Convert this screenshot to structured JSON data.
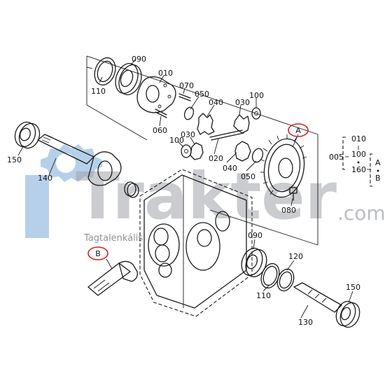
{
  "watermark": {
    "brand": "Trakter",
    "suffix": ".com",
    "tagline": "Tagtalenkális"
  },
  "callouts": {
    "a": "A",
    "b": "B"
  },
  "legend": {
    "group_code": "005",
    "items": [
      "010",
      "100",
      "160"
    ],
    "targets": [
      "A",
      "B"
    ]
  },
  "part_labels": {
    "p090_top": "090",
    "p010": "010",
    "p070": "070",
    "p110_top": "110",
    "p050_top": "050",
    "p040_top": "040",
    "p030_top": "030",
    "p100_top": "100",
    "p060": "060",
    "p100_mid": "100",
    "p030_mid": "030",
    "p020": "020",
    "p040_mid": "040",
    "p050_mid": "050",
    "p080": "080",
    "p150_left": "150",
    "p140": "140",
    "p090_bot": "090",
    "p120": "120",
    "p110_bot": "110",
    "p150_right": "150",
    "p130": "130"
  }
}
